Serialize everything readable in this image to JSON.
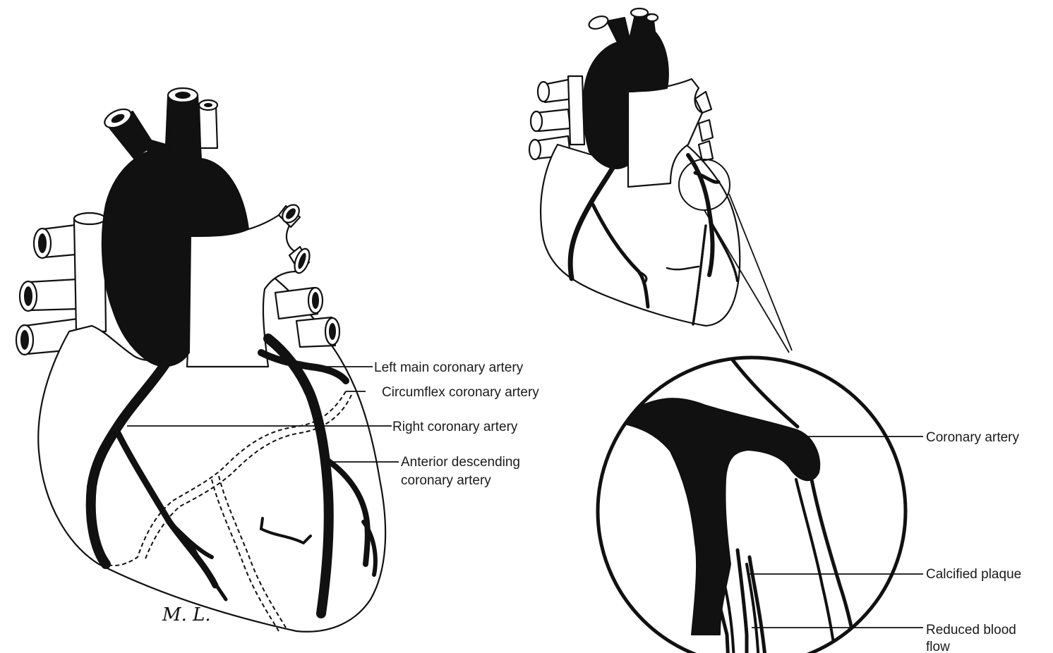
{
  "labels": {
    "left_main": "Left main coronary artery",
    "circumflex": "Circumflex coronary artery",
    "right_coronary": "Right coronary artery",
    "anterior_descending_1": "Anterior descending",
    "anterior_descending_2": "coronary artery",
    "coronary_artery": "Coronary artery",
    "calcified_plaque": "Calcified plaque",
    "reduced_blood_flow_1": "Reduced blood",
    "reduced_blood_flow_2": "flow"
  },
  "signature": "M. L.",
  "colors": {
    "ink": "#111111",
    "background": "#ffffff"
  }
}
